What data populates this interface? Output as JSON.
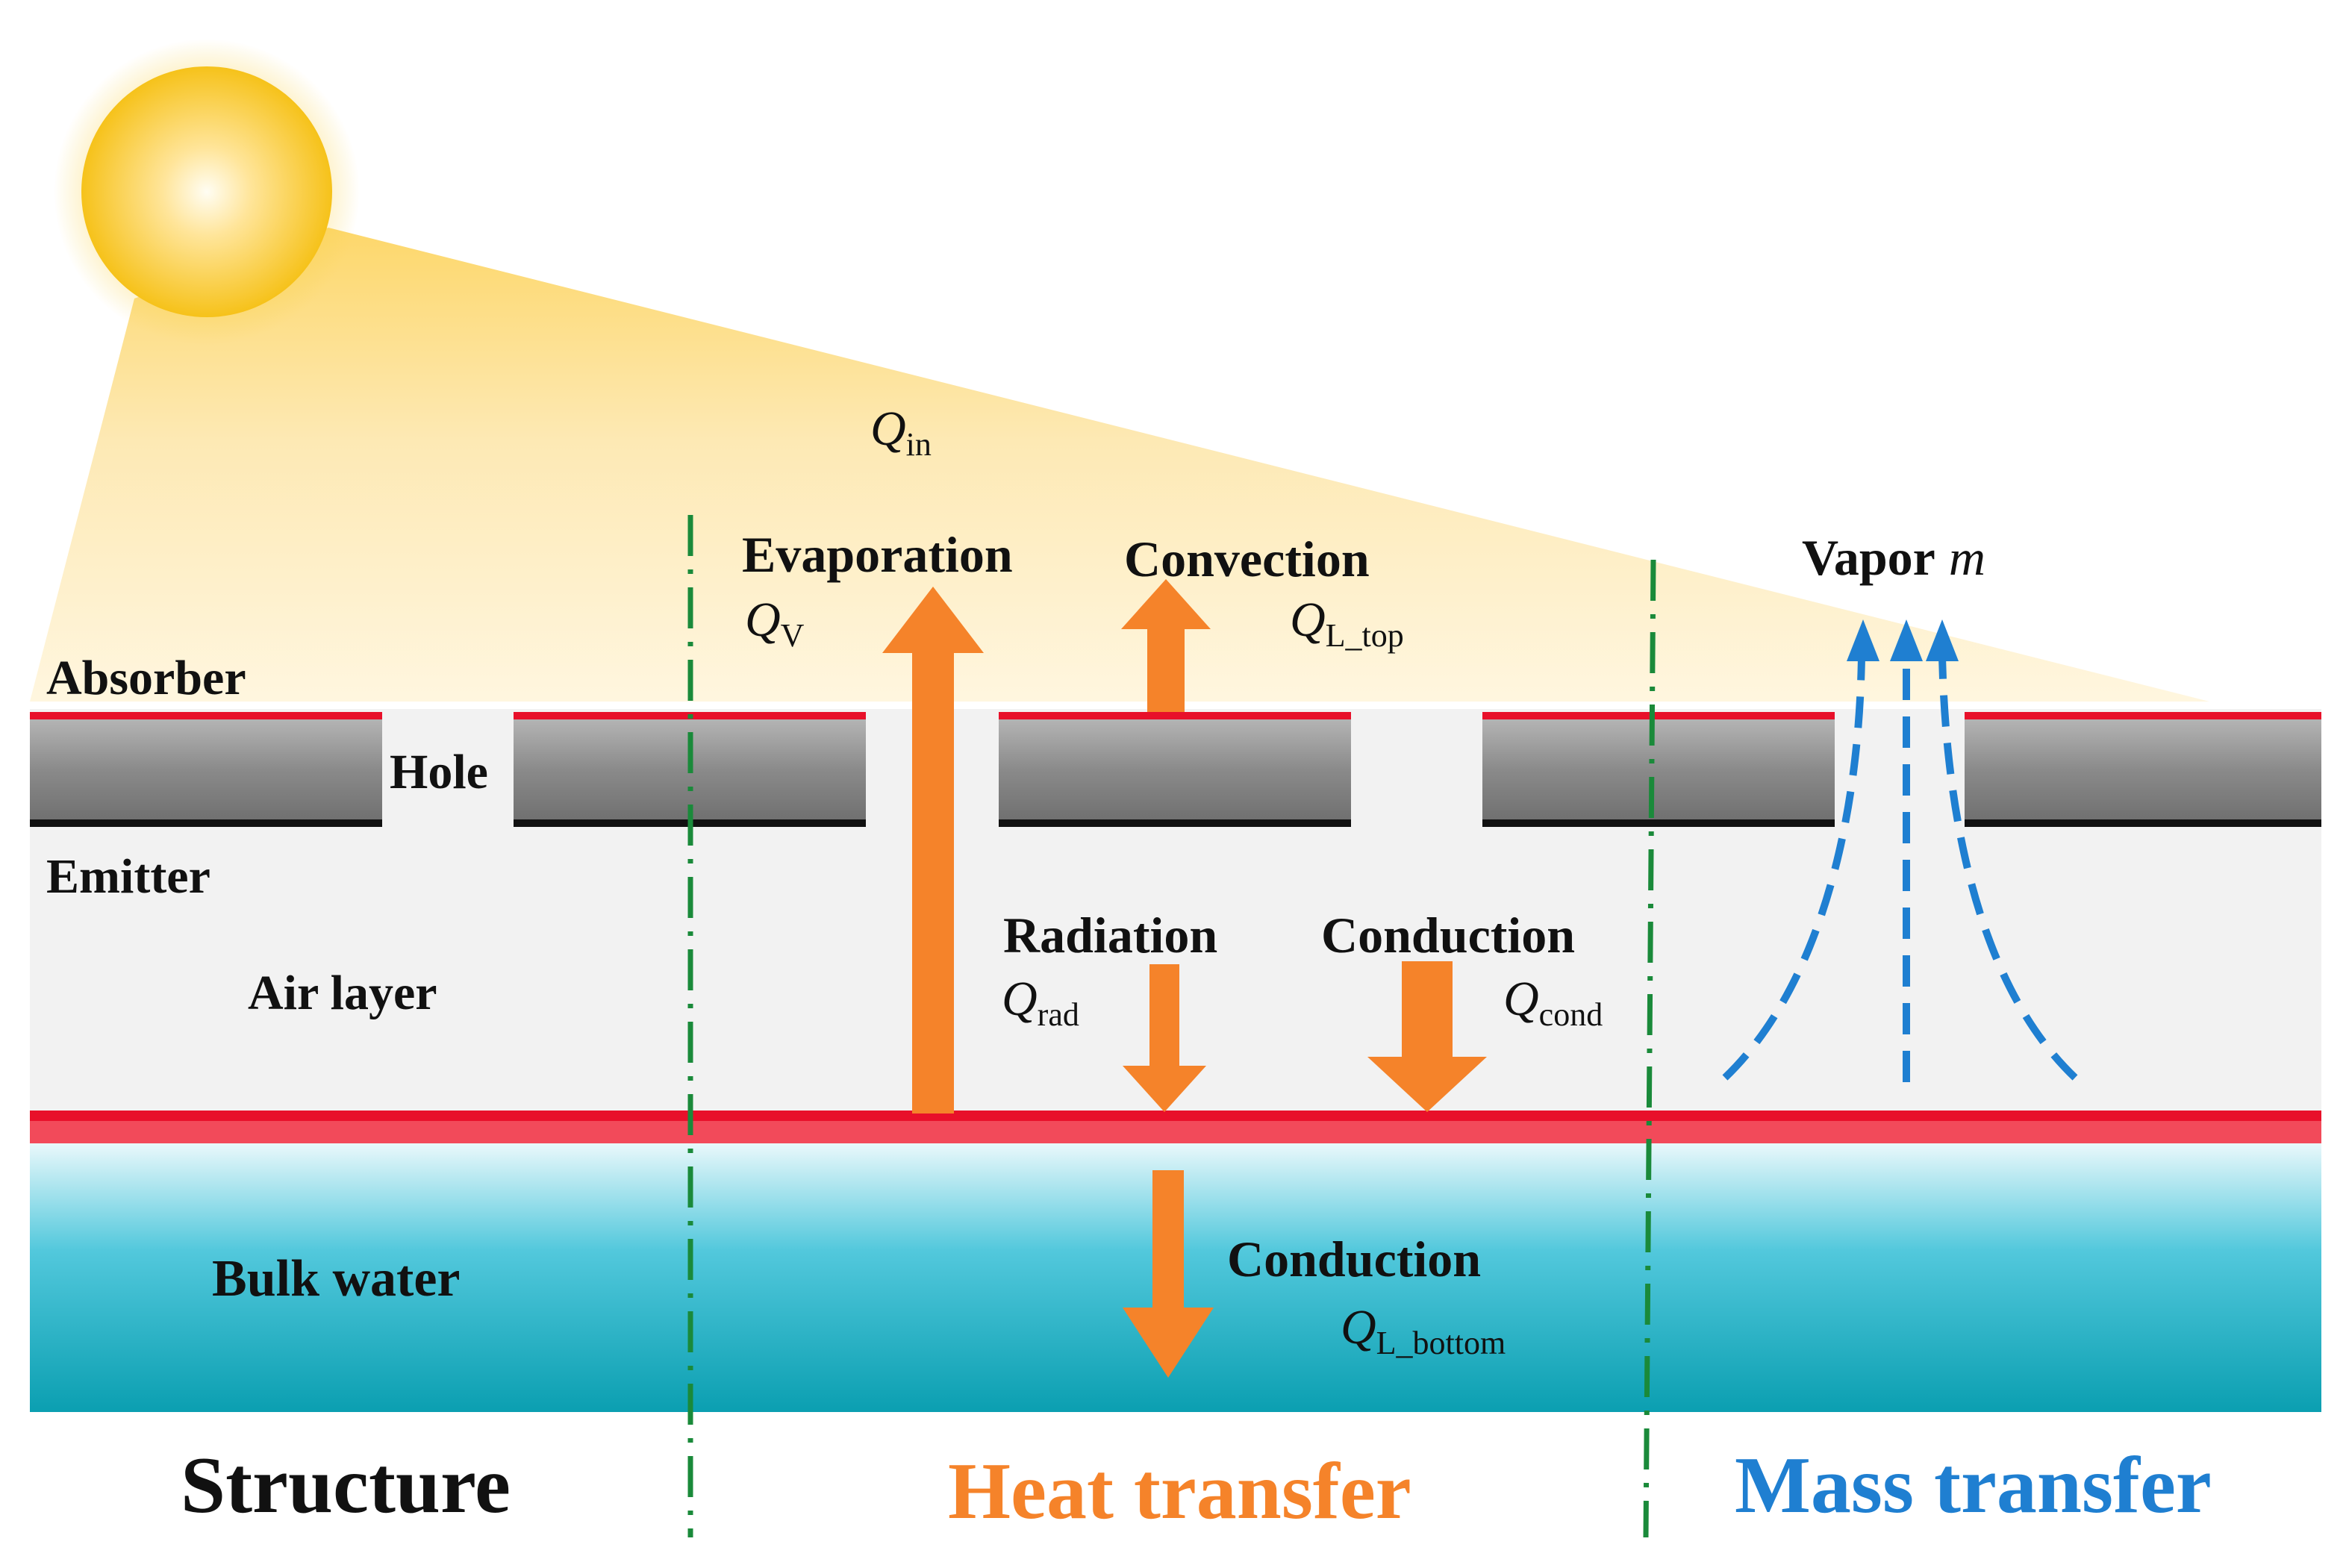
{
  "colors": {
    "sun_core": "#fff9e6",
    "sun_edge": "#f6c21a",
    "beam": "#fde7a8",
    "absorber_line": "#e8102a",
    "plate": "#8c8c8c",
    "emitter_line": "#111111",
    "air_layer": "#f2f2f2",
    "water_top": "#dff5fa",
    "water_bottom": "#0aa3b3",
    "heat_arrow": "#f5832a",
    "vapor_arrow": "#1f7fd1",
    "divider": "#1a8a3a",
    "heat_title": "#f5832a",
    "mass_title": "#1f7fd1"
  },
  "labels": {
    "absorber": "Absorber",
    "hole": "Hole",
    "emitter": "Emitter",
    "air_layer": "Air layer",
    "bulk_water": "Bulk water",
    "evaporation": "Evaporation",
    "convection": "Convection",
    "radiation": "Radiation",
    "conduction_air": "Conduction",
    "conduction_water": "Conduction",
    "vapor": "Vapor",
    "vapor_symbol": "m"
  },
  "symbols": {
    "q_in": {
      "main": "Q",
      "sub": "in"
    },
    "q_v": {
      "main": "Q",
      "sub": "V"
    },
    "q_l_top": {
      "main": "Q",
      "sub": "L_top"
    },
    "q_rad": {
      "main": "Q",
      "sub": "rad"
    },
    "q_cond": {
      "main": "Q",
      "sub": "cond"
    },
    "q_l_bottom": {
      "main": "Q",
      "sub": "L_bottom"
    }
  },
  "sections": {
    "structure": "Structure",
    "heat_transfer": "Heat transfer",
    "mass_transfer": "Mass transfer"
  }
}
